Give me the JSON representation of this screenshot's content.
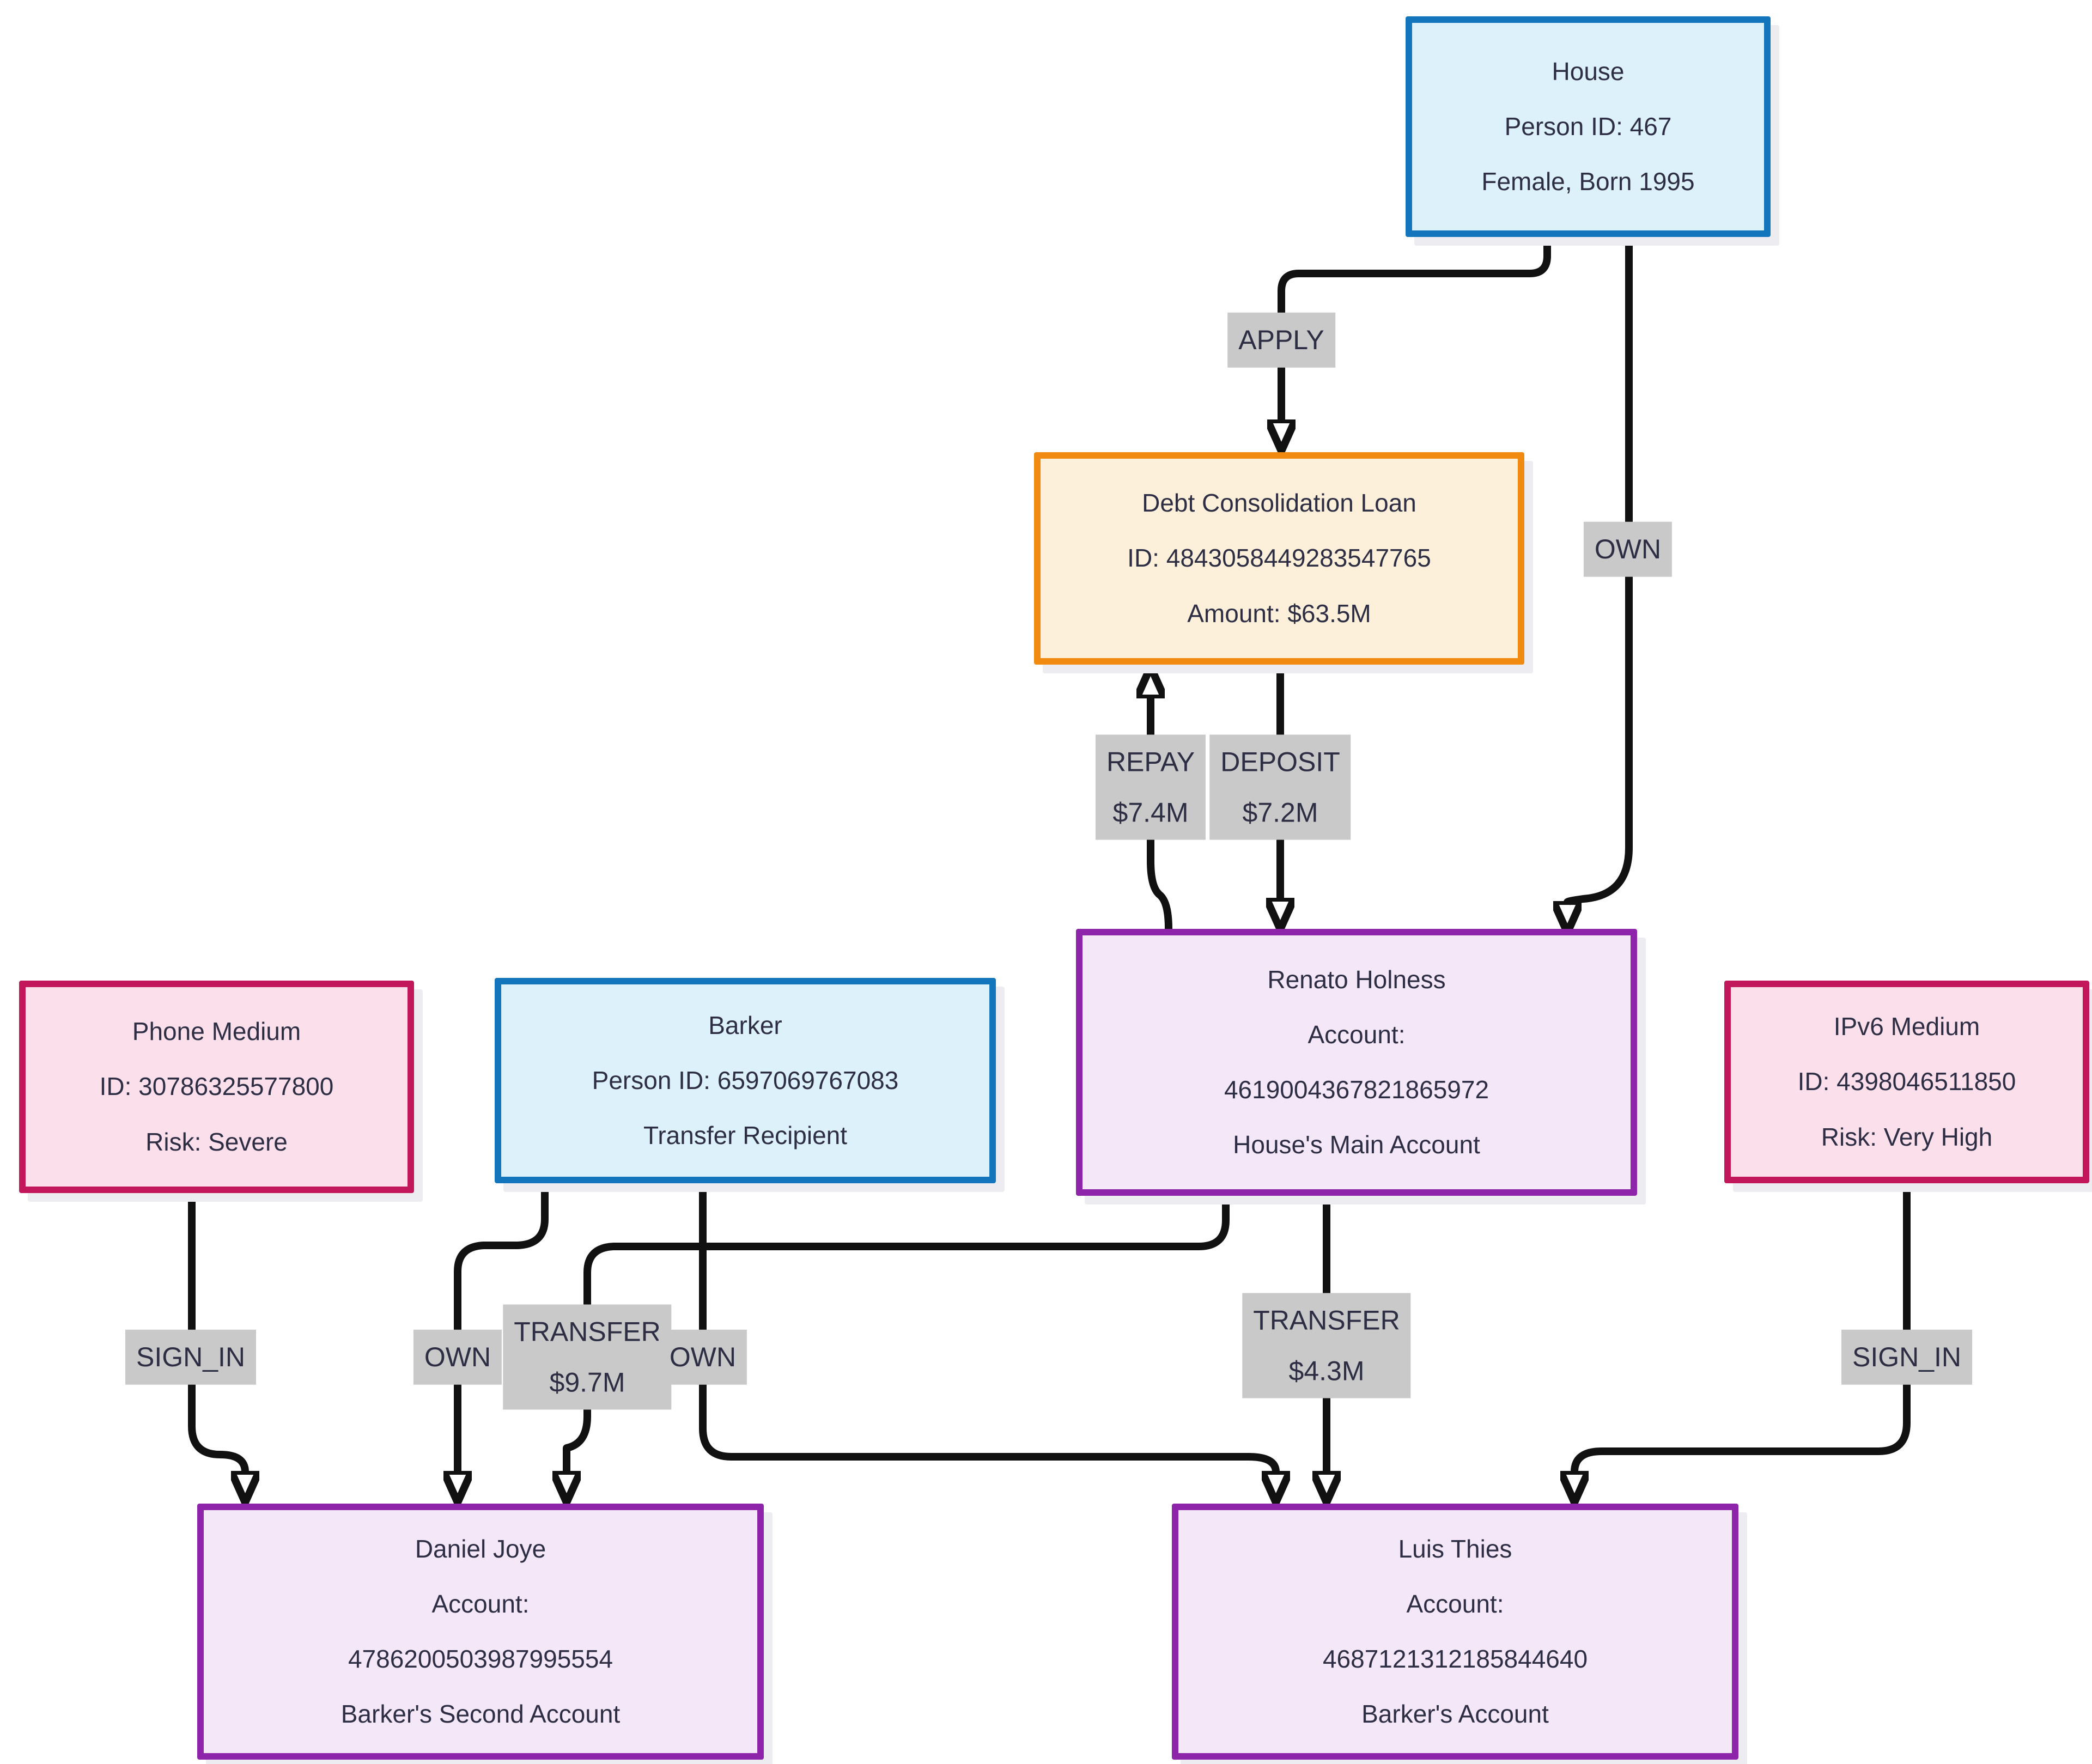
{
  "diagram_type": "financial-relationship-graph",
  "colors": {
    "background": "#ffffff",
    "edge": "#111111",
    "edge_label_background": "#c9c9c9",
    "text": "#2d2d44",
    "person_border": "#1375bb",
    "person_fill": "#ddf1fb",
    "loan_border": "#f18a10",
    "loan_fill": "#fdf0da",
    "account_border": "#8e24aa",
    "account_fill": "#f4e7f7",
    "medium_border": "#c2185b",
    "medium_fill": "#fbe0ec"
  },
  "nodes": {
    "house": {
      "type": "person",
      "lines": [
        "House",
        "Person ID: 467",
        "Female, Born 1995"
      ]
    },
    "loan": {
      "type": "loan",
      "lines": [
        "Debt Consolidation Loan",
        "ID: 4843058449283547765",
        "Amount: $63.5M"
      ]
    },
    "renato": {
      "type": "account",
      "lines": [
        "Renato Holness",
        "Account:",
        "4619004367821865972",
        "House's Main Account"
      ]
    },
    "phone": {
      "type": "medium",
      "lines": [
        "Phone Medium",
        "ID: 30786325577800",
        "Risk: Severe"
      ]
    },
    "barker": {
      "type": "person",
      "lines": [
        "Barker",
        "Person ID: 6597069767083",
        "Transfer Recipient"
      ]
    },
    "ipv6": {
      "type": "medium",
      "lines": [
        "IPv6 Medium",
        "ID: 4398046511850",
        "Risk: Very High"
      ]
    },
    "daniel": {
      "type": "account",
      "lines": [
        "Daniel Joye",
        "Account:",
        "4786200503987995554",
        "Barker's Second Account"
      ]
    },
    "luis": {
      "type": "account",
      "lines": [
        "Luis Thies",
        "Account:",
        "4687121312185844640",
        "Barker's Account"
      ]
    }
  },
  "edges": {
    "apply": {
      "from": "house",
      "to": "loan",
      "label": "APPLY"
    },
    "own_house_renato": {
      "from": "house",
      "to": "renato",
      "label": "OWN"
    },
    "repay": {
      "from": "renato",
      "to": "loan",
      "label": "REPAY",
      "amount": "$7.4M"
    },
    "deposit": {
      "from": "loan",
      "to": "renato",
      "label": "DEPOSIT",
      "amount": "$7.2M"
    },
    "signin_phone": {
      "from": "phone",
      "to": "daniel",
      "label": "SIGN_IN"
    },
    "own_barker_daniel": {
      "from": "barker",
      "to": "daniel",
      "label": "OWN"
    },
    "transfer_97": {
      "from": "renato",
      "to": "daniel",
      "label": "TRANSFER",
      "amount": "$9.7M"
    },
    "own_barker_luis": {
      "from": "barker",
      "to": "luis",
      "label": "OWN"
    },
    "transfer_43": {
      "from": "renato",
      "to": "luis",
      "label": "TRANSFER",
      "amount": "$4.3M"
    },
    "signin_ipv6": {
      "from": "ipv6",
      "to": "luis",
      "label": "SIGN_IN"
    }
  }
}
